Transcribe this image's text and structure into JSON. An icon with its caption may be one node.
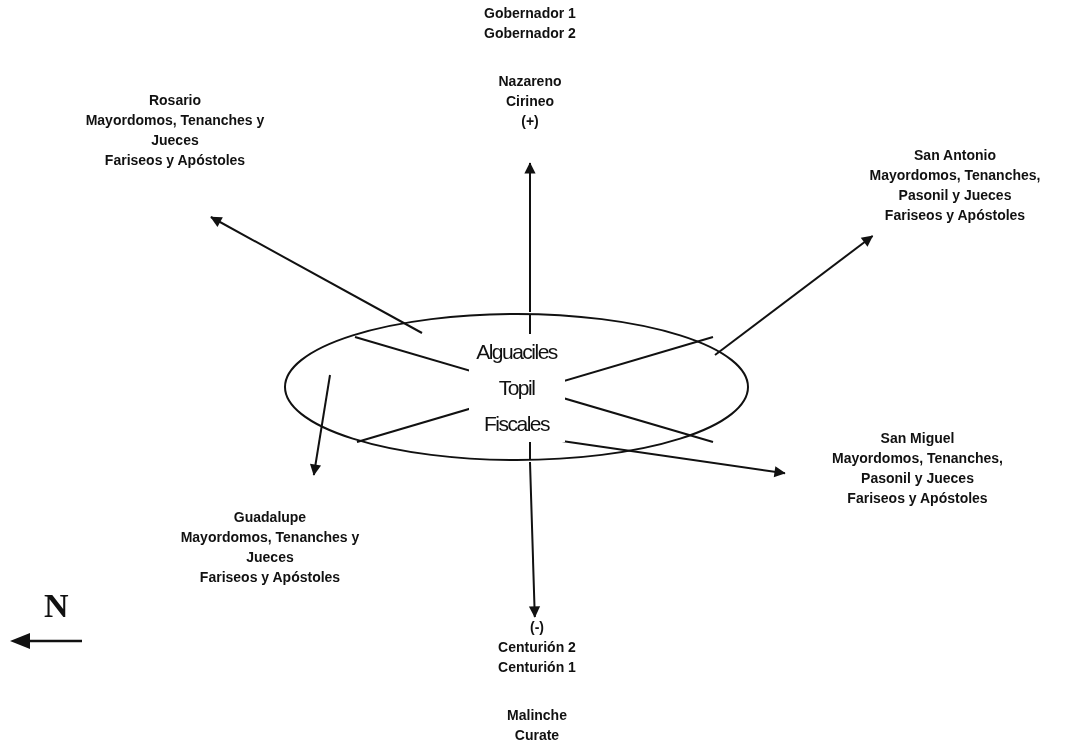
{
  "diagram": {
    "nodes": [
      {
        "text": [
          "Alguaciles Topil Fiscales"
        ]
      },
      {
        "text": [
          "Gobernador 1",
          "Gobernador 2",
          "Nazareno",
          "Cirineo",
          "(+)"
        ]
      },
      {
        "text": [
          "Rosario",
          "Mayordomos, Tenanches y Jueces",
          "Fariseos y Apóstoles"
        ]
      },
      {
        "text": [
          "San Antonio",
          "Mayordomos, Tenanches, Pasonil y Jueces",
          "Fariseos y Apóstoles"
        ]
      },
      {
        "text": [
          "San Miguel",
          "Mayordomos, Tenanches, Pasonil y Jueces",
          "Fariseos y Apóstoles"
        ]
      },
      {
        "text": [
          "Guadalupe",
          "Mayordomos, Tenanches y Jueces",
          "Fariseos y Apóstoles"
        ]
      },
      {
        "text": [
          "(-)",
          "Centurión 2",
          "Centurión 1",
          "Malinche",
          "Curate"
        ]
      }
    ],
    "edges": [
      {
        "from": 0,
        "to": 1,
        "arrow": "to"
      },
      {
        "from": 0,
        "to": 6,
        "arrow": "to"
      },
      {
        "from": 0,
        "to": 2,
        "arrow": "to"
      },
      {
        "from": 0,
        "to": 3,
        "arrow": "to"
      },
      {
        "from": 0,
        "to": 4,
        "arrow": "to"
      },
      {
        "from": 0,
        "to": 5,
        "arrow": "to"
      }
    ],
    "labels": [
      "N"
    ]
  }
}
